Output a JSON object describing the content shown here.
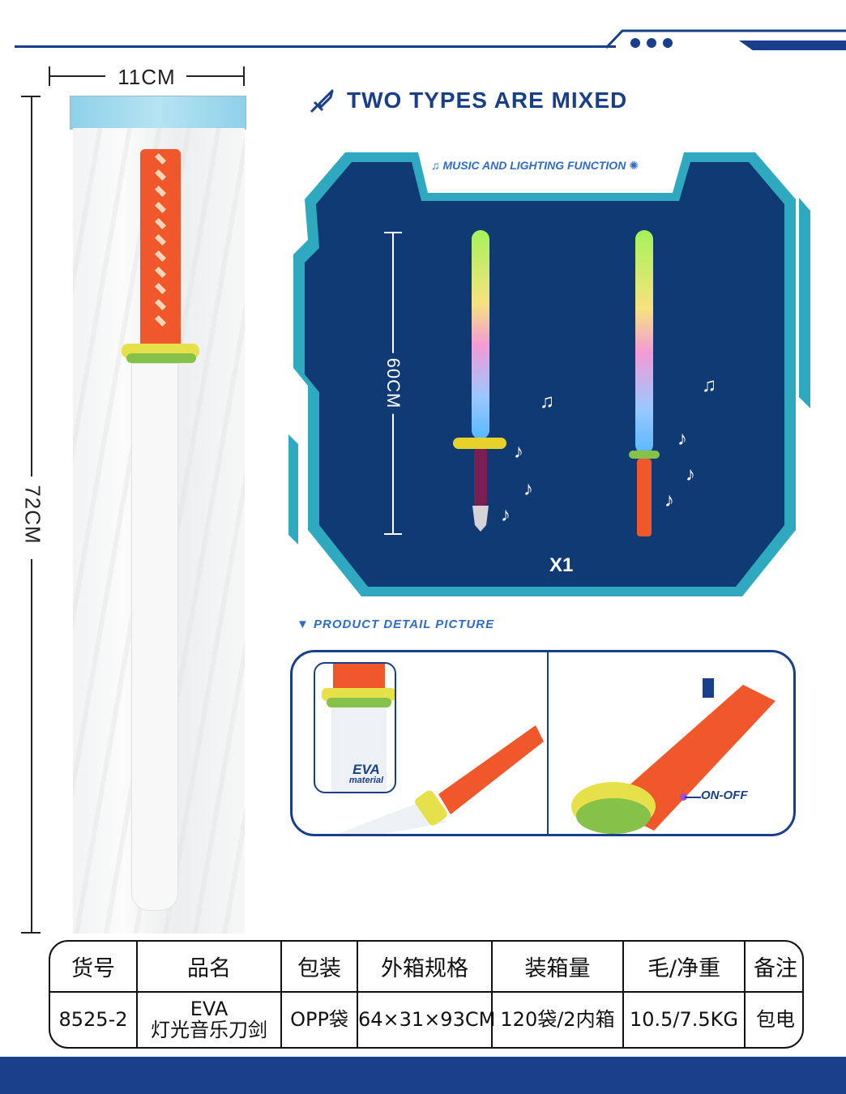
{
  "package": {
    "width_label": "11CM",
    "height_label": "72CM"
  },
  "title": "TWO TYPES ARE MIXED",
  "panel": {
    "subtitle": "MUSIC AND LIGHTING FUNCTION",
    "length_label": "60CM",
    "quantity_label": "X1"
  },
  "detail": {
    "title": "PRODUCT DETAIL PICTURE",
    "material_label_line1": "EVA",
    "material_label_line2": "material",
    "switch_label": "ON-OFF"
  },
  "spec_table": {
    "headers": [
      "货号",
      "品名",
      "包装",
      "外箱规格",
      "装箱量",
      "毛/净重",
      "备注"
    ],
    "row": {
      "item_no": "8525-2",
      "name_line1": "EVA",
      "name_line2": "灯光音乐刀剑",
      "packing": "OPP袋",
      "carton_size": "64×31×93CM",
      "carton_qty": "120袋/2内箱",
      "weight": "10.5/7.5KG",
      "remark": "包电"
    }
  },
  "colors": {
    "brand_blue": "#1a3f8a",
    "panel_navy": "#0f3a74",
    "panel_border": "#2fa9c0",
    "accent_orange": "#f0572a"
  }
}
